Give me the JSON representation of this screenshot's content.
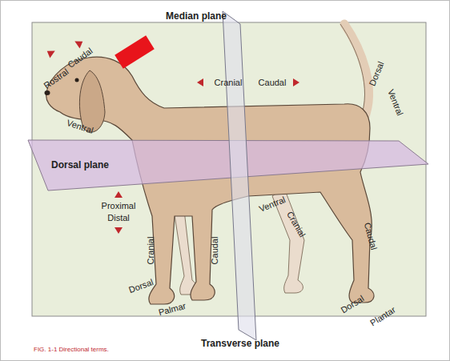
{
  "diagram": {
    "caption": "FIG. 1-1 Directional terms.",
    "labels": [
      "Median plane",
      "Caudal",
      "Rostral",
      "Cranial",
      "Caudal",
      "Dorsal",
      "Ventral",
      "Ventral",
      "Dorsal plane",
      "Proximal",
      "Distal",
      "Ventral",
      "Cranial",
      "Caudal",
      "Cranial",
      "Caudal",
      "Dorsal",
      "Palmar",
      "Dorsal",
      "Plantar",
      "Transverse plane"
    ]
  }
}
